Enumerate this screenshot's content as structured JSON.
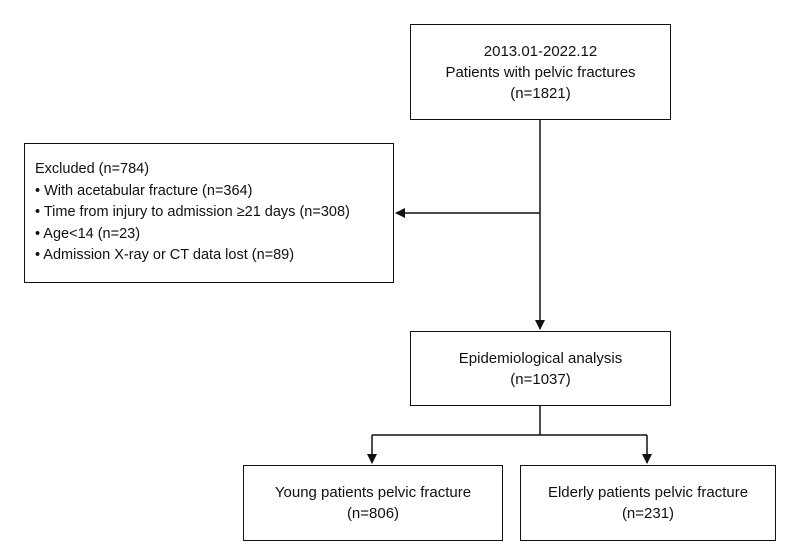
{
  "nodes": {
    "top": {
      "lines": [
        "2013.01-2022.12",
        "Patients with pelvic fractures",
        "(n=1821)"
      ]
    },
    "excluded": {
      "title": "Excluded (n=784)",
      "items": [
        "• With acetabular fracture (n=364)",
        "• Time from injury to admission ≥21 days (n=308)",
        "• Age<14 (n=23)",
        "•  Admission X-ray or CT data lost (n=89)"
      ]
    },
    "epidemiological": {
      "lines": [
        "Epidemiological analysis",
        "(n=1037)"
      ]
    },
    "young": {
      "lines": [
        "Young patients pelvic fracture",
        "(n=806)"
      ]
    },
    "elderly": {
      "lines": [
        "Elderly patients pelvic fracture",
        "(n=231)"
      ]
    }
  },
  "colors": {
    "stroke": "#111111",
    "background": "#ffffff",
    "text": "#111111"
  }
}
